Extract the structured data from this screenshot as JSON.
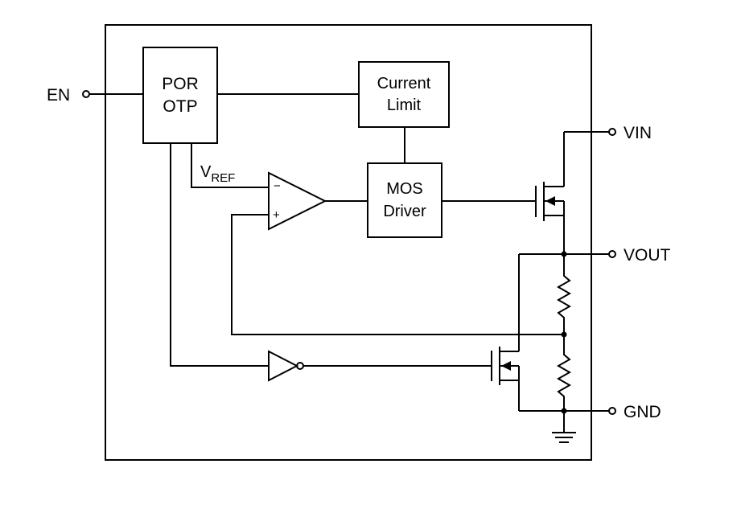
{
  "pins": {
    "en": "EN",
    "vin": "VIN",
    "vout": "VOUT",
    "gnd": "GND"
  },
  "blocks": {
    "por_line1": "POR",
    "por_line2": "OTP",
    "current_limit_line1": "Current",
    "current_limit_line2": "Limit",
    "mos_driver_line1": "MOS",
    "mos_driver_line2": "Driver"
  },
  "amplifier": {
    "vref_main": "V",
    "vref_sub": "REF",
    "minus": "−",
    "plus": "+"
  }
}
